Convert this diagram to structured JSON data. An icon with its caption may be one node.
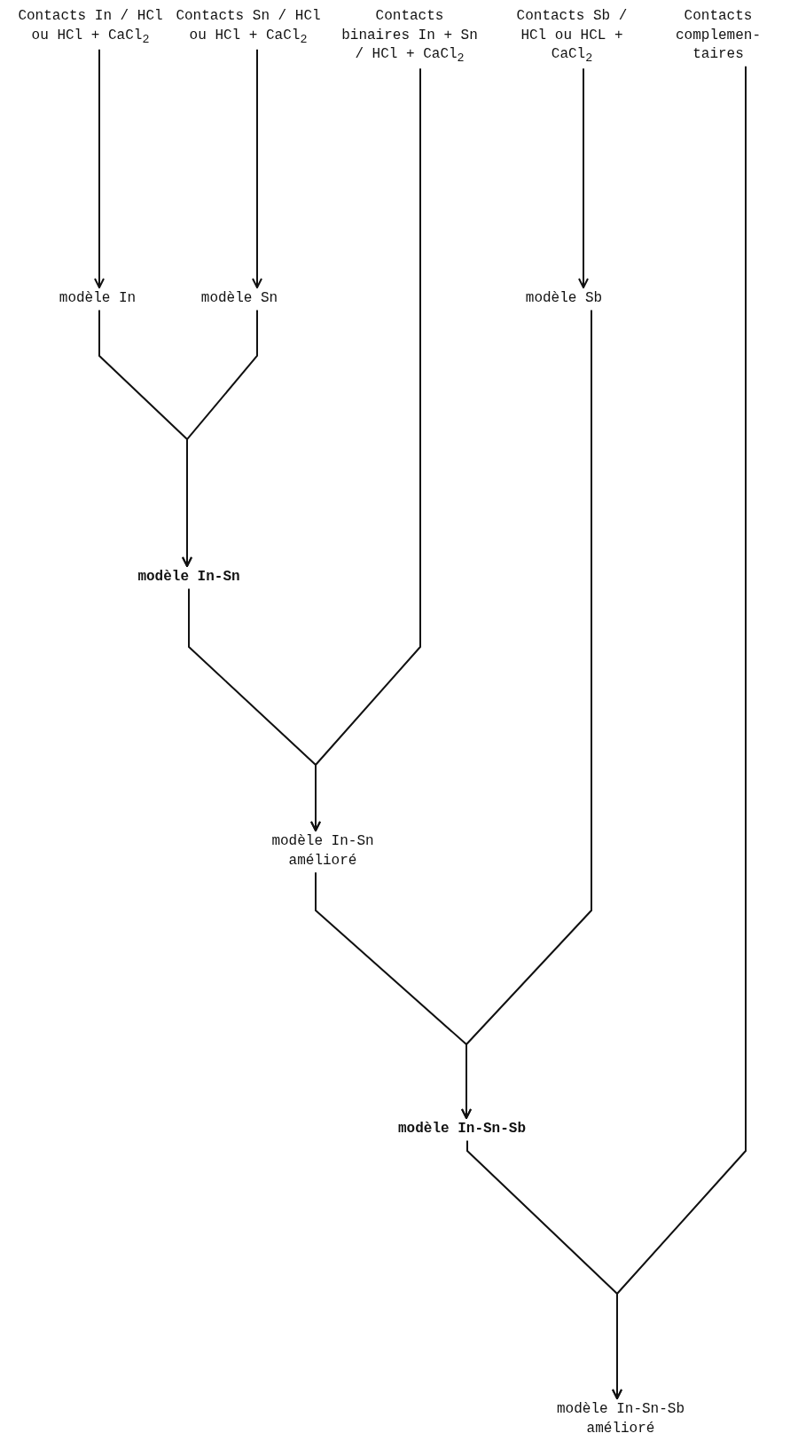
{
  "diagram": {
    "nodes": [
      {
        "text": [
          "Contacts In / HCl ou HCl + CaCl$_{2}$"
        ]
      },
      {
        "text": [
          "Contacts Sn / HCl ou HCl + CaCl$_{2}$"
        ]
      },
      {
        "text": [
          "Contacts binaires In + Sn / HCl + CaCl$_{2}$"
        ]
      },
      {
        "text": [
          "Contacts Sb / HCl ou HCL + CaCl$_{2}$"
        ]
      },
      {
        "text": [
          "Contacts complemen- taires"
        ]
      },
      {
        "text": [
          "modèle In"
        ]
      },
      {
        "text": [
          "modèle Sn"
        ]
      },
      {
        "text": [
          "modèle Sb"
        ]
      },
      {
        "text": [
          "modèle In-Sn"
        ]
      },
      {
        "text": [
          "modèle In-Sn amélioré"
        ]
      },
      {
        "text": [
          "modèle In-Sn-Sb"
        ]
      },
      {
        "text": [
          "modèle In-Sn-Sb amélioré"
        ]
      }
    ],
    "edges": [
      {
        "from": 0,
        "to": 5,
        "arrow": "to"
      },
      {
        "from": 1,
        "to": 6,
        "arrow": "to"
      },
      {
        "from": 3,
        "to": 7,
        "arrow": "to"
      },
      {
        "from": 5,
        "to": 8,
        "arrow": "to"
      },
      {
        "from": 6,
        "to": 8,
        "arrow": "to"
      },
      {
        "from": 8,
        "to": 9,
        "arrow": "to"
      },
      {
        "from": 2,
        "to": 9,
        "arrow": "to"
      },
      {
        "from": 9,
        "to": 10,
        "arrow": "to"
      },
      {
        "from": 7,
        "to": 10,
        "arrow": "to"
      },
      {
        "from": 10,
        "to": 11,
        "arrow": "to"
      },
      {
        "from": 4,
        "to": 11,
        "arrow": "to"
      }
    ]
  }
}
